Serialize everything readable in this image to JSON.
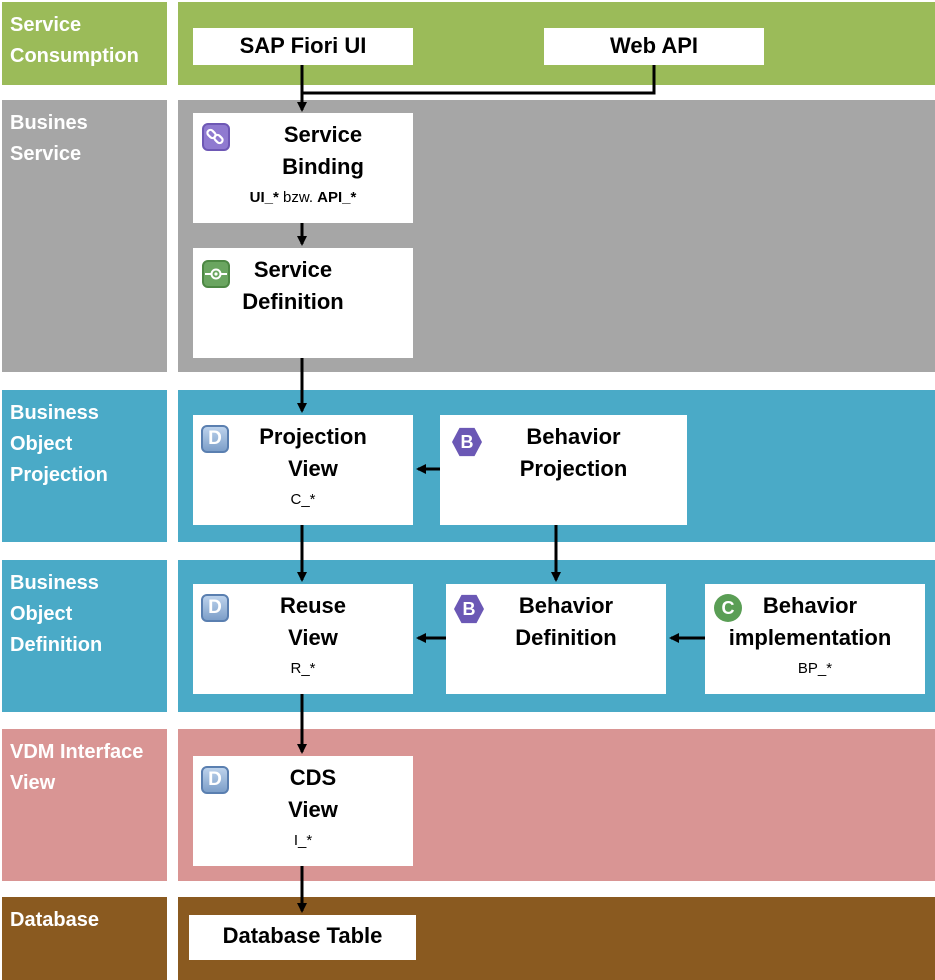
{
  "colors": {
    "service_consumption": "#9bbb59",
    "business_service": "#a6a6a6",
    "business_object": "#4aaac7",
    "vdm": "#d99594",
    "database": "#8a5a20",
    "arrow": "#000000"
  },
  "layers": [
    {
      "id": "service_consumption",
      "label": "Service Consumption"
    },
    {
      "id": "business_service",
      "label": "Busines Service"
    },
    {
      "id": "bo_projection",
      "label": "Business Object Projection"
    },
    {
      "id": "bo_definition",
      "label": "Business Object Definition"
    },
    {
      "id": "vdm",
      "label": "VDM Interface View"
    },
    {
      "id": "database",
      "label": "Database"
    }
  ],
  "boxes": {
    "fiori_ui": {
      "title": "SAP Fiori UI"
    },
    "web_api": {
      "title": "Web API"
    },
    "service_binding": {
      "title": "Service Binding",
      "sub_a": "UI_*",
      "sub_b": " bzw. ",
      "sub_c": "API_*",
      "icon": "link-icon"
    },
    "service_definition": {
      "title": "Service Definition",
      "icon": "service-definition-icon"
    },
    "projection_view": {
      "title": "Projection View",
      "sub": "C_*",
      "icon": "D"
    },
    "behavior_projection": {
      "title": "Behavior Projection",
      "icon": "B"
    },
    "reuse_view": {
      "title": "Reuse View",
      "sub": "R_*",
      "icon": "D"
    },
    "behavior_definition": {
      "title": "Behavior Definition",
      "icon": "B"
    },
    "behavior_implementation": {
      "title": "Behavior implementation",
      "sub": "BP_*",
      "icon": "C"
    },
    "cds_view": {
      "title": "CDS View",
      "sub": "I_*",
      "icon": "D"
    },
    "database_table": {
      "title": "Database Table"
    }
  }
}
